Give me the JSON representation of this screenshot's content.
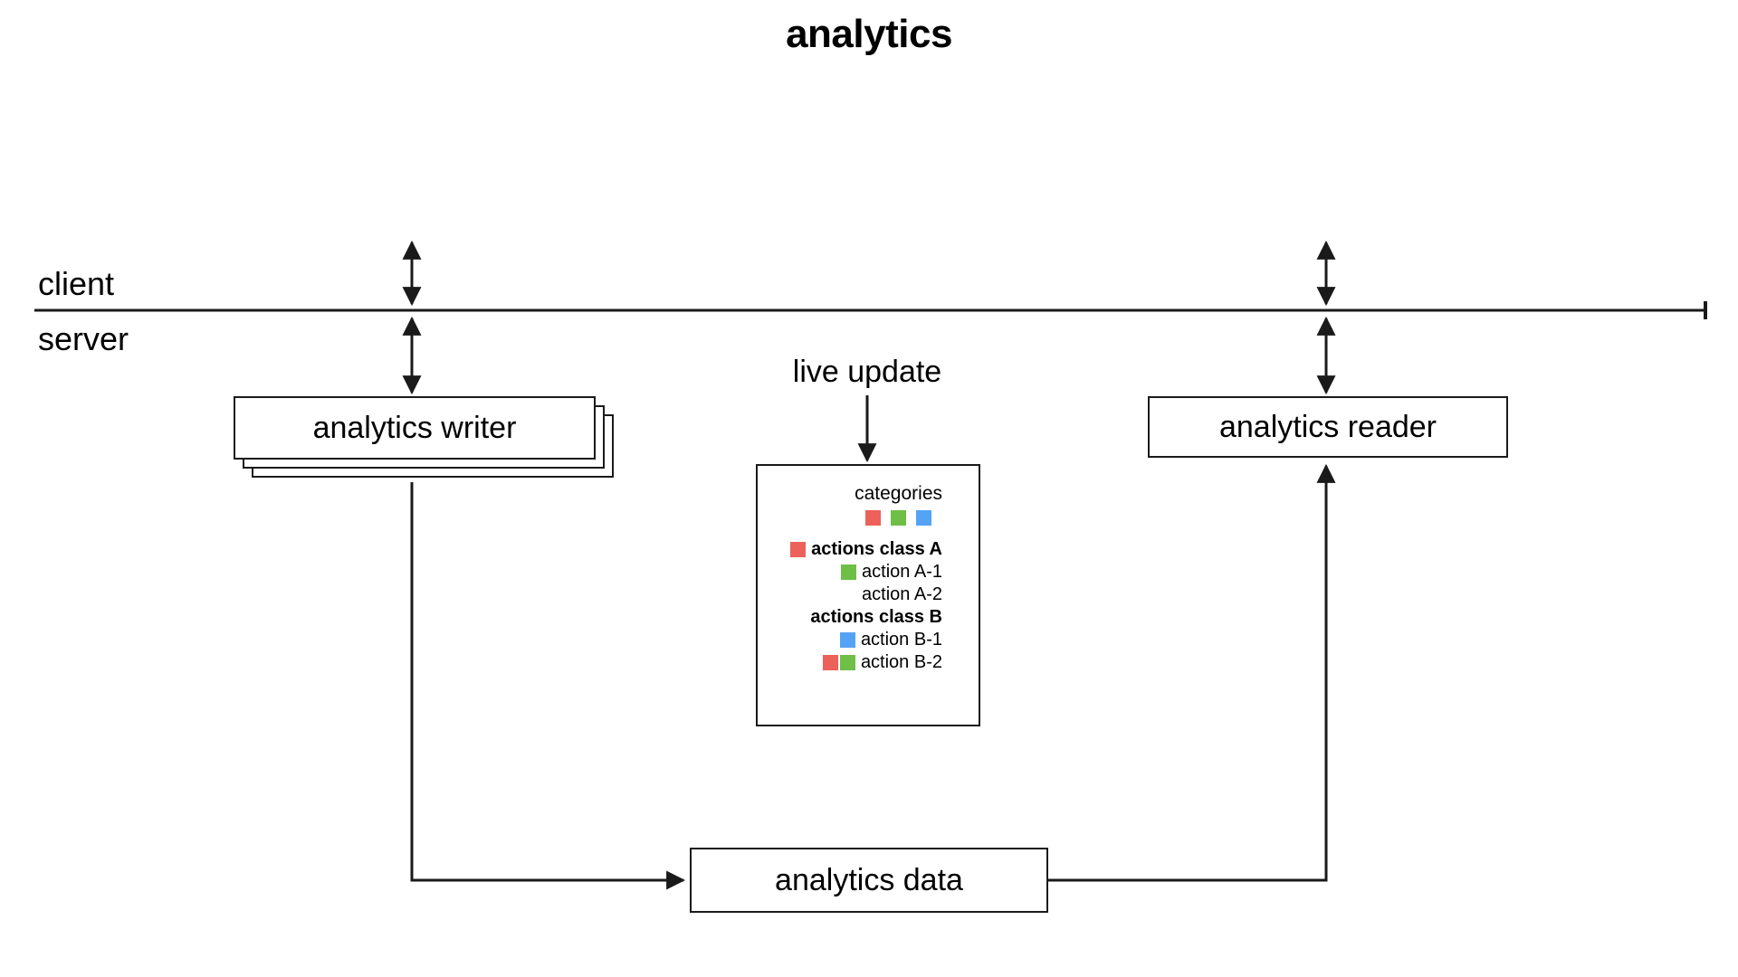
{
  "title": "analytics",
  "zones": {
    "client_label": "client",
    "server_label": "server"
  },
  "nodes": {
    "writer": "analytics writer",
    "reader": "analytics reader",
    "data": "analytics data"
  },
  "live_update": {
    "label": "live update"
  },
  "legend": {
    "title": "categories",
    "palette": [
      "#ec6159",
      "#6fbe46",
      "#55a3f5"
    ],
    "rows": [
      {
        "label": "actions class A",
        "bold": true,
        "swatches": [
          "#ec6159"
        ]
      },
      {
        "label": "action A-1",
        "bold": false,
        "swatches": [
          "#6fbe46"
        ]
      },
      {
        "label": "action A-2",
        "bold": false,
        "swatches": []
      },
      {
        "label": "actions class B",
        "bold": true,
        "swatches": []
      },
      {
        "label": "action B-1",
        "bold": false,
        "swatches": [
          "#55a3f5"
        ]
      },
      {
        "label": "action B-2",
        "bold": false,
        "swatches": [
          "#ec6159",
          "#6fbe46"
        ]
      }
    ]
  },
  "colors": {
    "stroke": "#1a1a1a",
    "background": "#ffffff",
    "red": "#ec6159",
    "green": "#6fbe46",
    "blue": "#55a3f5"
  }
}
